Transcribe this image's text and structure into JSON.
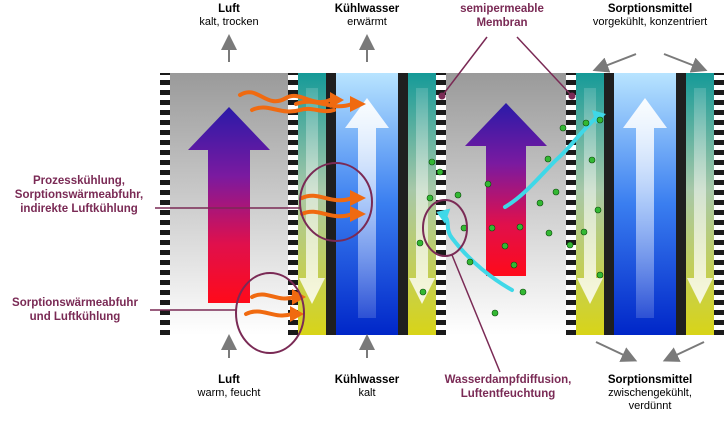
{
  "top": {
    "air": {
      "title": "Luft",
      "subtitle": "kalt, trocken"
    },
    "coolant": {
      "title": "Kühlwasser",
      "subtitle": "erwärmt"
    },
    "membrane": {
      "line1": "semipermeable",
      "line2": "Membran"
    },
    "sorbent": {
      "title": "Sorptionsmittel",
      "subtitle": "vorgekühlt, konzentriert"
    }
  },
  "bottom": {
    "air": {
      "title": "Luft",
      "subtitle": "warm, feucht"
    },
    "coolant": {
      "title": "Kühlwasser",
      "subtitle": "kalt"
    },
    "diffusion": {
      "line1": "Wasserdampfdiffusion,",
      "line2": "Luftentfeuchtung"
    },
    "sorbent": {
      "title": "Sorptionsmittel",
      "line1": "zwischengekühlt,",
      "line2": "verdünnt"
    }
  },
  "left": {
    "process": {
      "line1": "Prozesskühlung,",
      "line2": "Sorptionswärmeabfuhr,",
      "line3": "indirekte Luftkühlung"
    },
    "sorption": {
      "line1": "Sorptionswärmeabfuhr",
      "line2": "und Luftkühlung"
    }
  },
  "colors": {
    "label_purple": "#7a2a55",
    "heat_arrow": "#f06a10",
    "vapor": "#3fd8e8",
    "droplet": "#33b833",
    "coolant_top": "#b8e4ff",
    "coolant_bottom": "#0026c8"
  }
}
